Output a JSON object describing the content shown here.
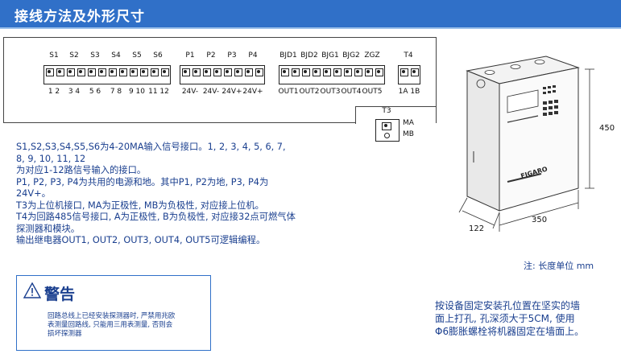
{
  "header": {
    "title": "接线方法及外形尺寸"
  },
  "terminals": {
    "groups": [
      {
        "top": [
          "S1",
          "S2",
          "S3",
          "S4",
          "S5",
          "S6"
        ],
        "bottom": [
          "1 2",
          "3 4",
          "5 6",
          "7 8",
          "9 10",
          "11 12"
        ]
      },
      {
        "top": [
          "P1",
          "P2",
          "P3",
          "P4"
        ],
        "bottom": [
          "24V-",
          "24V-",
          "24V+",
          "24V+"
        ]
      },
      {
        "top": [
          "BJD1",
          "BJD2",
          "BJG1",
          "BJG2",
          "ZGZ"
        ],
        "bottom": [
          "OUT1",
          "OUT2",
          "OUT3",
          "OUT4",
          "OUT5"
        ]
      },
      {
        "top": [
          "T4"
        ],
        "bottom": [
          "1A 1B"
        ]
      }
    ],
    "t3": {
      "label": "T3",
      "ma": "MA",
      "mb": "MB"
    }
  },
  "description": [
    "S1,S2,S3,S4,S5,S6为4-20MA输入信号接口。1, 2, 3, 4, 5, 6, 7,",
    "8, 9, 10, 11, 12",
    "为对应1-12路信号输入的接口。",
    "P1, P2, P3, P4为共用的电源和地。其中P1, P2为地, P3, P4为",
    "24V+。",
    "T3为上位机接口, MA为正极性, MB为负极性, 对应接上位机。",
    "T4为回路485信号接口, A为正极性, B为负极性, 对应接32点可燃气体",
    "探测器和模块。",
    "输出继电器OUT1, OUT2, OUT3, OUT4, OUT5可逻辑编程。"
  ],
  "warning": {
    "title": "警告",
    "lines": [
      "回路总线上已经安装探测器时, 严禁用兆欧",
      "表测量回路线, 只能用三用表测量, 否则会",
      "损坏探测器"
    ]
  },
  "device": {
    "brand": "FIGARO",
    "dim_height": "450",
    "dim_width": "350",
    "dim_depth": "122"
  },
  "note_unit": "注: 长度单位 mm",
  "install": [
    "按设备固定安装孔位置在坚实的墙",
    "面上打孔, 孔深须大于5CM, 使用",
    "Φ6膨胀螺栓将机器固定在墙面上。"
  ],
  "colors": {
    "header_bg": "#3070c8",
    "text": "#1a3f8f"
  }
}
